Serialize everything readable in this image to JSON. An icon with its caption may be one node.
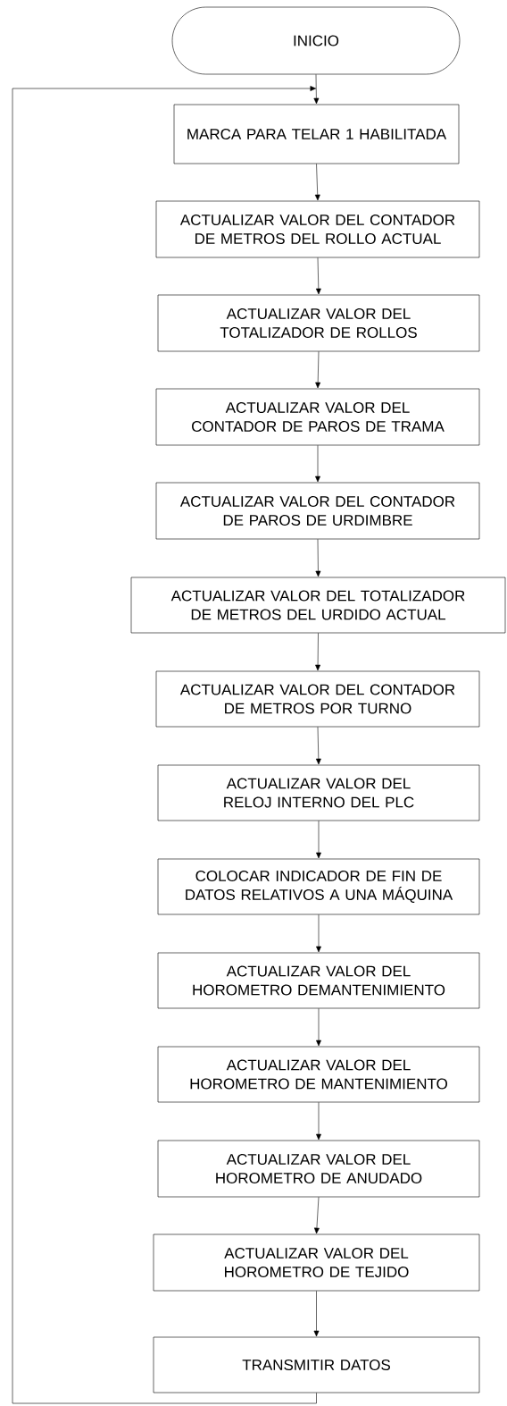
{
  "diagram": {
    "nodes": [
      {
        "text": [
          "INICIO"
        ]
      },
      {
        "text": [
          "MARCA PARA TELAR 1 HABILITADA"
        ]
      },
      {
        "text": [
          "ACTUALIZAR VALOR DEL CONTADOR DE METROS DEL ROLLO ACTUAL"
        ]
      },
      {
        "text": [
          "ACTUALIZAR VALOR DEL TOTALIZADOR DE ROLLOS"
        ]
      },
      {
        "text": [
          "ACTUALIZAR VALOR DEL CONTADOR DE PAROS DE TRAMA"
        ]
      },
      {
        "text": [
          "ACTUALIZAR VALOR DEL CONTADOR DE PAROS DE URDIMBRE"
        ]
      },
      {
        "text": [
          "ACTUALIZAR VALOR DEL TOTALIZADOR DE METROS DEL URDIDO ACTUAL"
        ]
      },
      {
        "text": [
          "ACTUALIZAR VALOR DEL CONTADOR DE METROS POR TURNO"
        ]
      },
      {
        "text": [
          "ACTUALIZAR VALOR DEL RELOJ INTERNO DEL PLC"
        ]
      },
      {
        "text": [
          "COLOCAR INDICADOR DE FIN DE DATOS RELATIVOS A UNA MÁQUINA"
        ]
      },
      {
        "text": [
          "ACTUALIZAR VALOR DEL HOROMETRO DEMANTENIMIENTO"
        ]
      },
      {
        "text": [
          "ACTUALIZAR VALOR DEL HOROMETRO DE MANTENIMIENTO"
        ]
      },
      {
        "text": [
          "ACTUALIZAR VALOR DEL HOROMETRO DE ANUDADO"
        ]
      },
      {
        "text": [
          "ACTUALIZAR VALOR DEL HOROMETRO DE TEJIDO"
        ]
      },
      {
        "text": [
          "TRANSMITIR DATOS"
        ]
      }
    ],
    "edges": [
      {
        "from": 0,
        "to": 1,
        "arrow": "to"
      },
      {
        "from": 1,
        "to": 2,
        "arrow": "to"
      },
      {
        "from": 2,
        "to": 3,
        "arrow": "to"
      },
      {
        "from": 3,
        "to": 4,
        "arrow": "to"
      },
      {
        "from": 4,
        "to": 5,
        "arrow": "to"
      },
      {
        "from": 5,
        "to": 6,
        "arrow": "to"
      },
      {
        "from": 6,
        "to": 7,
        "arrow": "to"
      },
      {
        "from": 7,
        "to": 8,
        "arrow": "to"
      },
      {
        "from": 8,
        "to": 9,
        "arrow": "to"
      },
      {
        "from": 9,
        "to": 10,
        "arrow": "to"
      },
      {
        "from": 10,
        "to": 11,
        "arrow": "to"
      },
      {
        "from": 11,
        "to": 12,
        "arrow": "to"
      },
      {
        "from": 12,
        "to": 13,
        "arrow": "to"
      },
      {
        "from": 13,
        "to": 14,
        "arrow": "to"
      },
      {
        "from": 14,
        "to": 1,
        "arrow": "to"
      }
    ]
  }
}
